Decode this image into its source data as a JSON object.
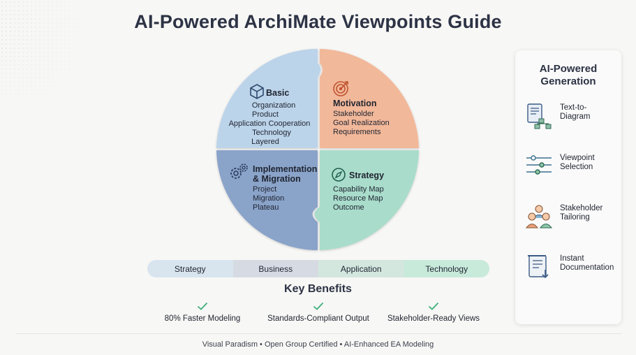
{
  "title": "AI-Powered ArchiMate Viewpoints Guide",
  "colors": {
    "basic": "#bcd4ea",
    "motivation": "#f2b89a",
    "implementation": "#8aa3c9",
    "strategy": "#a9dccb",
    "check": "#3fae7a"
  },
  "wheel": {
    "basic": {
      "heading": "Basic",
      "icon": "cube-icon",
      "items": [
        "Organization",
        "Product",
        "Application Cooperation",
        "Technology",
        "Layered"
      ]
    },
    "motivation": {
      "heading": "Motivation",
      "icon": "target-icon",
      "items": [
        "Stakeholder",
        "Goal Realization",
        "Requirements"
      ]
    },
    "implementation": {
      "heading_line1": "Implementation",
      "heading_line2": "& Migration",
      "icon": "gears-icon",
      "items": [
        "Project",
        "Migration",
        "Plateau"
      ]
    },
    "strategy": {
      "heading": "Strategy",
      "icon": "compass-icon",
      "items": [
        "Capability Map",
        "Resource Map",
        "Outcome"
      ]
    }
  },
  "layers": [
    "Strategy",
    "Business",
    "Application",
    "Technology"
  ],
  "benefits": {
    "title": "Key Benefits",
    "items": [
      "80% Faster Modeling",
      "Standards-Compliant Output",
      "Stakeholder-Ready Views"
    ]
  },
  "footer": "Visual Paradism • Open Group Certified • AI-Enhanced EA Modeling",
  "panel": {
    "title": "AI-Powered\nGeneration",
    "items": [
      {
        "label": "Text-to-\nDiagram",
        "icon": "text-to-diagram-icon"
      },
      {
        "label": "Viewpoint\nSelection",
        "icon": "sliders-icon"
      },
      {
        "label": "Stakeholder\nTailoring",
        "icon": "people-icon"
      },
      {
        "label": "Instant\nDocumentation",
        "icon": "scroll-document-icon"
      }
    ]
  }
}
